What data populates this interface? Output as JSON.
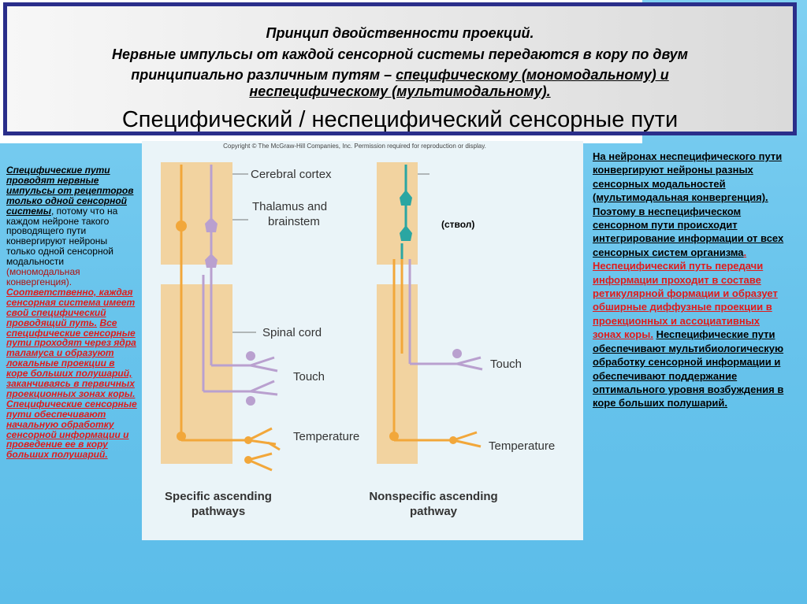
{
  "header": {
    "line1": "Принцип двойственности проекций.",
    "line2": "Нервные импульсы от каждой сенсорной системы передаются в кору по двум",
    "line3_a": "принципиально различным путям – ",
    "line3_b": "специфическому (мономодальному) и",
    "line4": "неспецифическому (мультимодальному).",
    "main_title": "Специфический / неспецифический сенсорные пути"
  },
  "figure": {
    "copyright": "Copyright © The McGraw-Hill Companies, Inc. Permission required for reproduction or display.",
    "label_cortex": "Cerebral cortex",
    "label_thalamus_1": "Thalamus and",
    "label_thalamus_2": "brainstem",
    "label_stem": "(ствол)",
    "label_spinal": "Spinal cord",
    "label_touch_left": "Touch",
    "label_touch_right": "Touch",
    "label_temp_left": "Temperature",
    "label_temp_right": "Temperature",
    "caption_left_1": "Specific ascending",
    "caption_left_2": "pathways",
    "caption_right_1": "Nonspecific ascending",
    "caption_right_2": "pathway",
    "colors": {
      "tissue": "#f2d3a0",
      "orange_neuron": "#f2a73a",
      "purple_neuron": "#b9a0cf",
      "teal_neuron": "#2aa6a2",
      "background": "#eaf4f8"
    }
  },
  "left_text": {
    "p1": "Специфические пути проводят нервные импульсы от рецепторов только одной сенсорной системы",
    "p2": ", потому что на каждом нейроне такого проводящего пути конвергируют нейроны только одной сенсорной модальности",
    "p3": " (мономодальная конвергенция).",
    "p4": "Соответственно, каждая сенсорная система имеет свой специфический проводящий путь.",
    "p5": "Все специфические сенсорные пути проходят через ядра таламуса и образуют локальные проекции в коре больших полушарий, заканчиваясь в первичных проекционных зонах коры.",
    "p6": "Специфические сенсорные пути обеспечивают начальную обработку сенсорной информации и проведение ее в кору больших полушарий."
  },
  "right_text": {
    "p1": "На нейронах неспецифического пути конвергируют нейроны разных сенсорных модальностей (мультимодальная конвергенция). Поэтому в неспецифическом сенсорном пути происходит интегрирование информации от всех сенсорных систем организма",
    "p2": ". Неспецифический путь передачи информации проходит в составе ретикулярной формации и образует обширные диффузные проекции в проекционных и ассоциативных зонах коры.",
    "p3": "Неспецифические пути обеспечивают мультибиологическую обработку сенсорной информации и обеспечивают поддержание оптимального уровня возбуждения в коре больших полушарий."
  }
}
